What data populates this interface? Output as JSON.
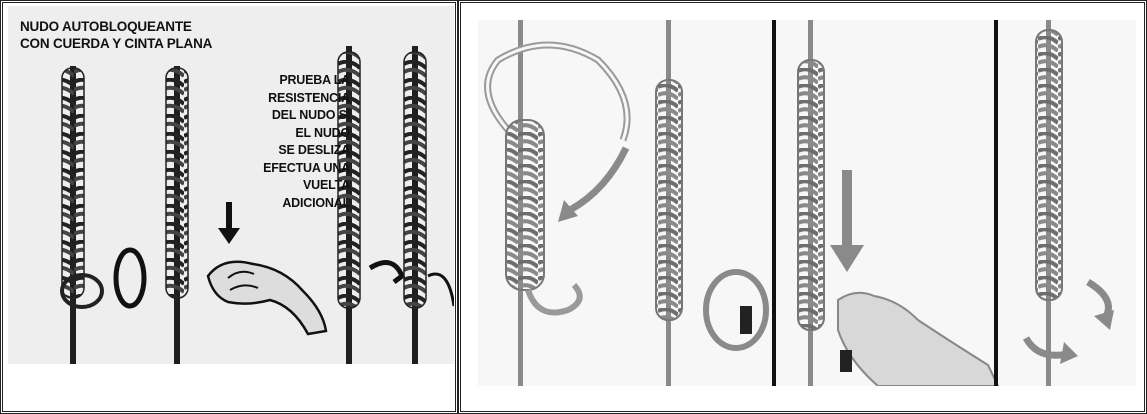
{
  "title_lines": [
    "NUDO AUTOBLOQUEANTE",
    "CON CUERDA Y CINTA PLANA"
  ],
  "caption_lines": [
    "PRUEBA LA",
    "RESISTENCIA",
    "DEL NUDO SI",
    "EL NUDO",
    "SE DESLIZA",
    "EFECTUA UNA",
    "VUELTA",
    "ADICIONAL"
  ],
  "colors": {
    "rope": "#2a2a2a",
    "rope_light": "#9a9a9a",
    "arrow": "#888888",
    "panel_bg": "#eeeeee"
  }
}
